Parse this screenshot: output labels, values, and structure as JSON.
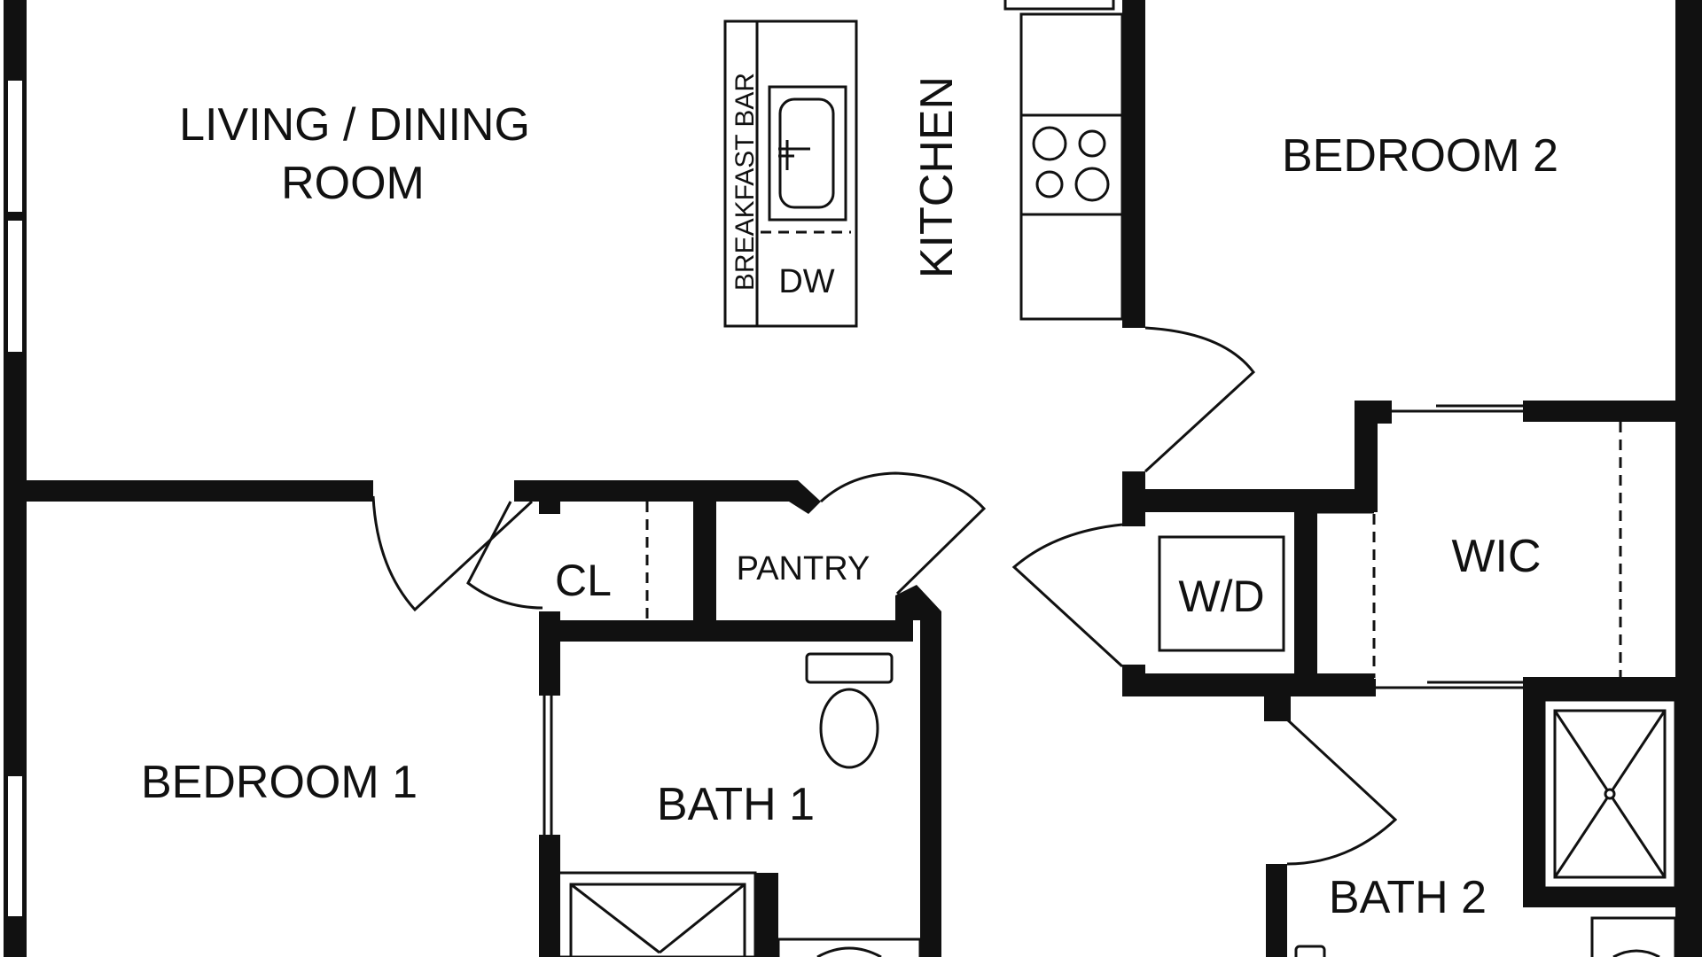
{
  "floor_plan": {
    "rooms": {
      "living_line1": "LIVING / DINING",
      "living_line2": "ROOM",
      "kitchen": "KITCHEN",
      "breakfast_bar": "BREAKFAST BAR",
      "dishwasher": "DW",
      "bedroom2": "BEDROOM 2",
      "closet": "CL",
      "pantry": "PANTRY",
      "washer_dryer": "W/D",
      "wic": "WIC",
      "bedroom1": "BEDROOM 1",
      "bath1": "BATH 1",
      "bath2": "BATH 2"
    },
    "colors": {
      "wall": "#111111",
      "background": "#ffffff"
    }
  }
}
